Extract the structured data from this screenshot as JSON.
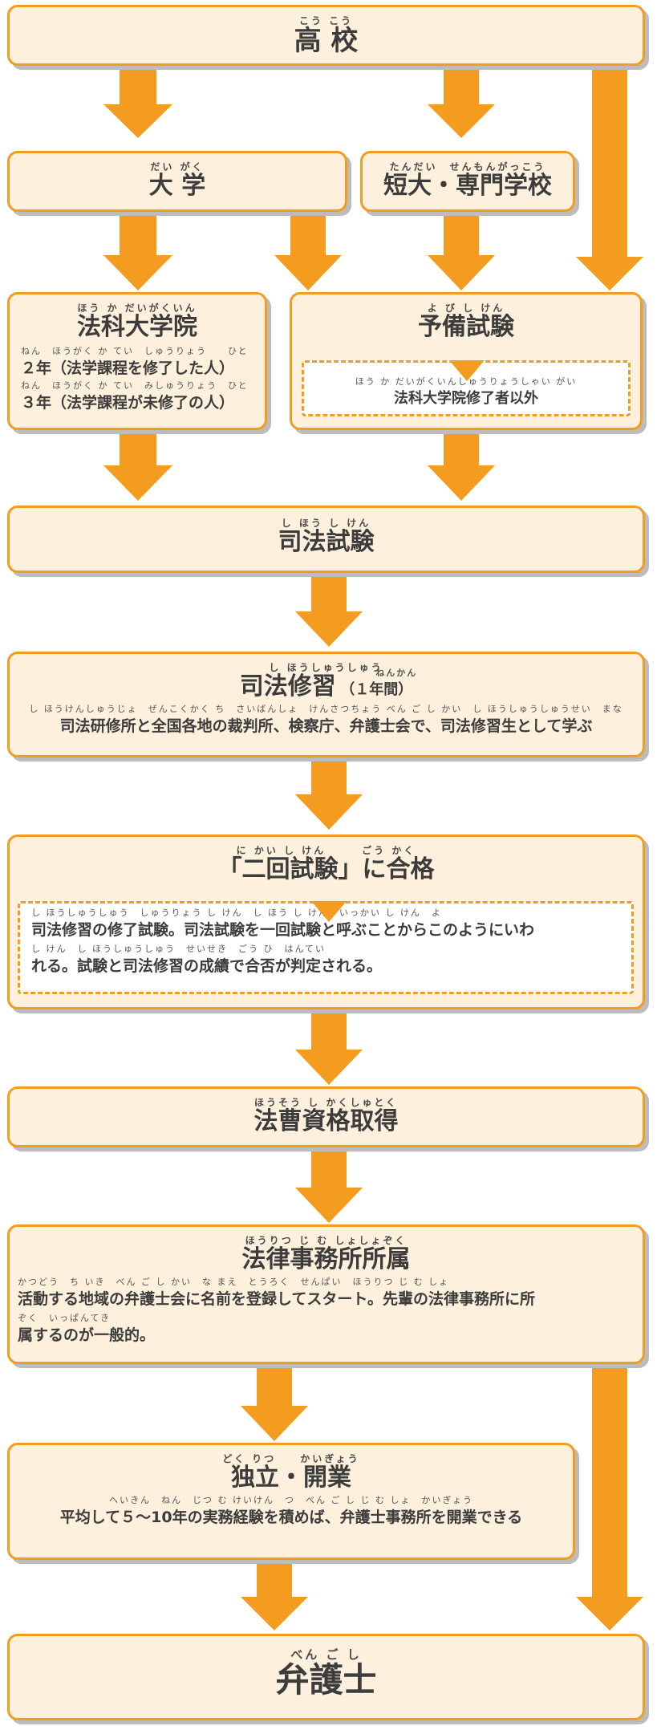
{
  "highschool": {
    "ruby": "こう こう",
    "title": "高 校"
  },
  "university": {
    "ruby": "だい がく",
    "title": "大 学"
  },
  "junior": {
    "ruby": "たんだい　せんもんがっこう",
    "title": "短大・専門学校"
  },
  "lawschool": {
    "ruby": "ほう か だいがくいん",
    "title": "法科大学院",
    "line1_ruby": "ねん　ほうがく か てい　しゅうりょう　　ひと",
    "line1": "２年（法学課程を修了した人）",
    "line2_ruby": "ねん　ほうがく か てい　みしゅうりょう　ひと",
    "line2": "３年（法学課程が未修了の人）"
  },
  "prelim": {
    "ruby": "よ び し けん",
    "title": "予備試験",
    "note_ruby": "ほう か だいがくいんしゅうりょうしゃい がい",
    "note": "法科大学院修了者以外"
  },
  "bar": {
    "ruby": "し ほう し けん",
    "title": "司法試験"
  },
  "training": {
    "ruby": "し ほうしゅうしゅう",
    "title": "司法修習",
    "period_ruby": "ねんかん",
    "period": "（１年間）",
    "desc_ruby": "し ほうけんしゅうじょ　ぜんこくかく ち　さいばんしょ　けんさつちょう べん ご し かい　し ほうしゅうしゅうせい　まな",
    "desc": "司法研修所と全国各地の裁判所、検察庁、弁護士会で、司法修習生として学ぶ"
  },
  "nikai": {
    "ruby": "に かい し けん　　　ごう かく",
    "title": "「二回試験」に合格",
    "desc1_ruby": "し ほうしゅうしゅう　しゅうりょう し けん　し ほう し けん　いっかい し けん　よ",
    "desc1": "司法修習の修了試験。司法試験を一回試験と呼ぶことからこのようにいわ",
    "desc2_ruby": "し けん　し ほうしゅうしゅう　せいせき　ごう ひ　はんてい",
    "desc2": "れる。試験と司法修習の成績で合否が判定される。"
  },
  "qualify": {
    "ruby": "ほうそう し かくしゅとく",
    "title": "法曹資格取得"
  },
  "firm": {
    "ruby": "ほうりつ じ む しょしょぞく",
    "title": "法律事務所所属",
    "desc1_ruby": "かつどう　ち いき　べん ご し かい　な まえ　とうろく　せんぱい　ほうりつ じ む しょ",
    "desc1": "活動する地域の弁護士会に名前を登録してスタート。先輩の法律事務所に所",
    "desc2_ruby": "ぞく　いっぱんてき",
    "desc2": "属するのが一般的。"
  },
  "independent": {
    "ruby": "どく りつ　　かいぎょう",
    "title": "独立・開業",
    "desc_ruby": "へいきん　ねん　じつ む けいけん　つ　べん ご し じ む しょ　かいぎょう",
    "desc": "平均して５～10年の実務経験を積めば、弁護士事務所を開業できる"
  },
  "lawyer": {
    "ruby": "べん ご し",
    "title": "弁護士"
  },
  "colors": {
    "accent": "#f39c1f",
    "fill": "#fdf0dd",
    "shadow": "#bcbcbc"
  }
}
